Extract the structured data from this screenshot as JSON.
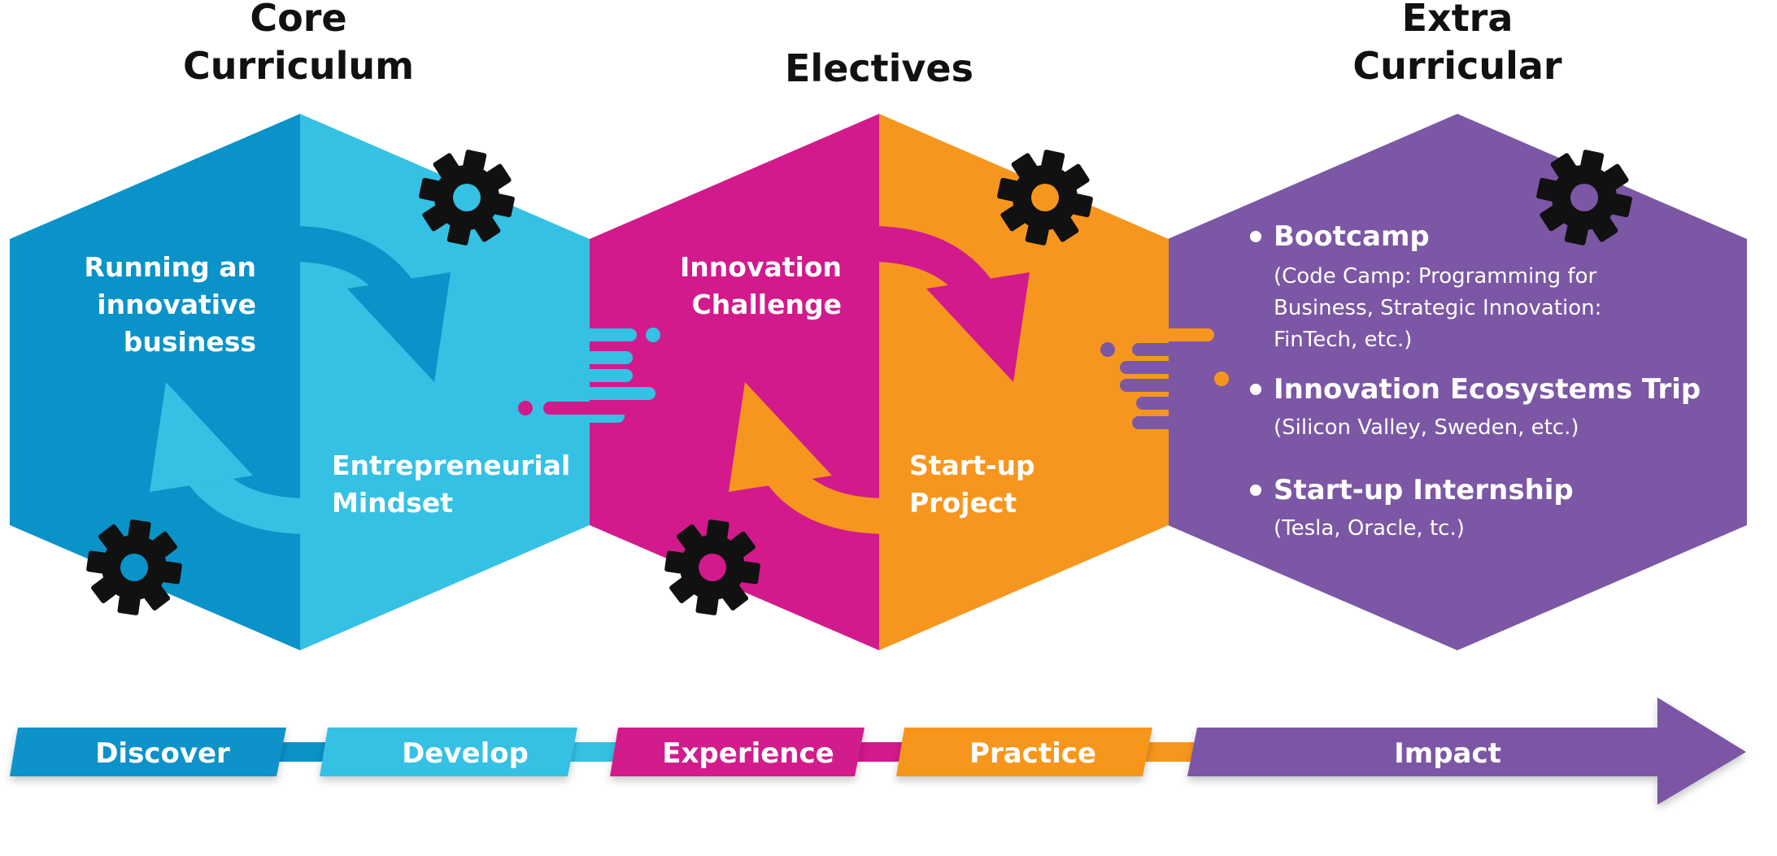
{
  "colors": {
    "dark_blue": "#0A93C9",
    "light_blue": "#34C1E4",
    "magenta": "#D21A8C",
    "orange": "#F7961E",
    "purple": "#7B57A5",
    "black": "#111111",
    "white": "#FFFFFF"
  },
  "sections": [
    {
      "title_line1": "Core",
      "title_line2": "Curriculum"
    },
    {
      "title_line1": "Electives",
      "title_line2": ""
    },
    {
      "title_line1": "Extra",
      "title_line2": "Curricular"
    }
  ],
  "hex1": {
    "left_label": [
      "Running an",
      "innovative",
      "business"
    ],
    "right_label": [
      "Entrepreneurial",
      "Mindset"
    ]
  },
  "hex2": {
    "left_label": [
      "Innovation",
      "Challenge"
    ],
    "right_label": [
      "Start-up",
      "Project"
    ]
  },
  "hex3": {
    "items": [
      {
        "head": "Bootcamp",
        "sub": [
          "(Code Camp: Programming for",
          "Business, Strategic Innovation:",
          "FinTech, etc.)"
        ]
      },
      {
        "head": "Innovation Ecosystems Trip",
        "sub": [
          "(Silicon Valley, Sweden, etc.)"
        ]
      },
      {
        "head": "Start-up Internship",
        "sub": [
          "(Tesla, Oracle, tc.)"
        ]
      }
    ]
  },
  "icons": {
    "gear": "gear-icon",
    "cycle_arrow": "cycle-arrow-icon",
    "speed_lines": "speed-lines-icon",
    "bullet": "bullet-dot-icon"
  },
  "stages": [
    "Discover",
    "Develop",
    "Experience",
    "Practice",
    "Impact"
  ]
}
